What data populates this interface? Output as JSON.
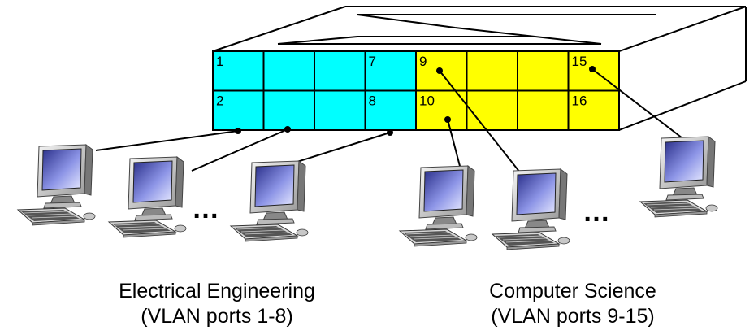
{
  "switch": {
    "colors": {
      "ee_ports": "#00ffff",
      "cs_ports": "#ffff00",
      "outline": "#000000"
    },
    "top_row_labels": [
      "1",
      "",
      "",
      "7",
      "9",
      "",
      "",
      "15"
    ],
    "bottom_row_labels": [
      "2",
      "",
      "",
      "8",
      "10",
      "",
      "",
      "16"
    ]
  },
  "ellipsis": {
    "left": "…",
    "right": "…"
  },
  "groups": [
    {
      "name": "Electrical Engineering",
      "ports": "(VLAN ports 1-8)"
    },
    {
      "name": "Computer Science",
      "ports": "(VLAN ports 9-15)"
    }
  ],
  "icons": {
    "computer": "desktop-computer-icon"
  }
}
